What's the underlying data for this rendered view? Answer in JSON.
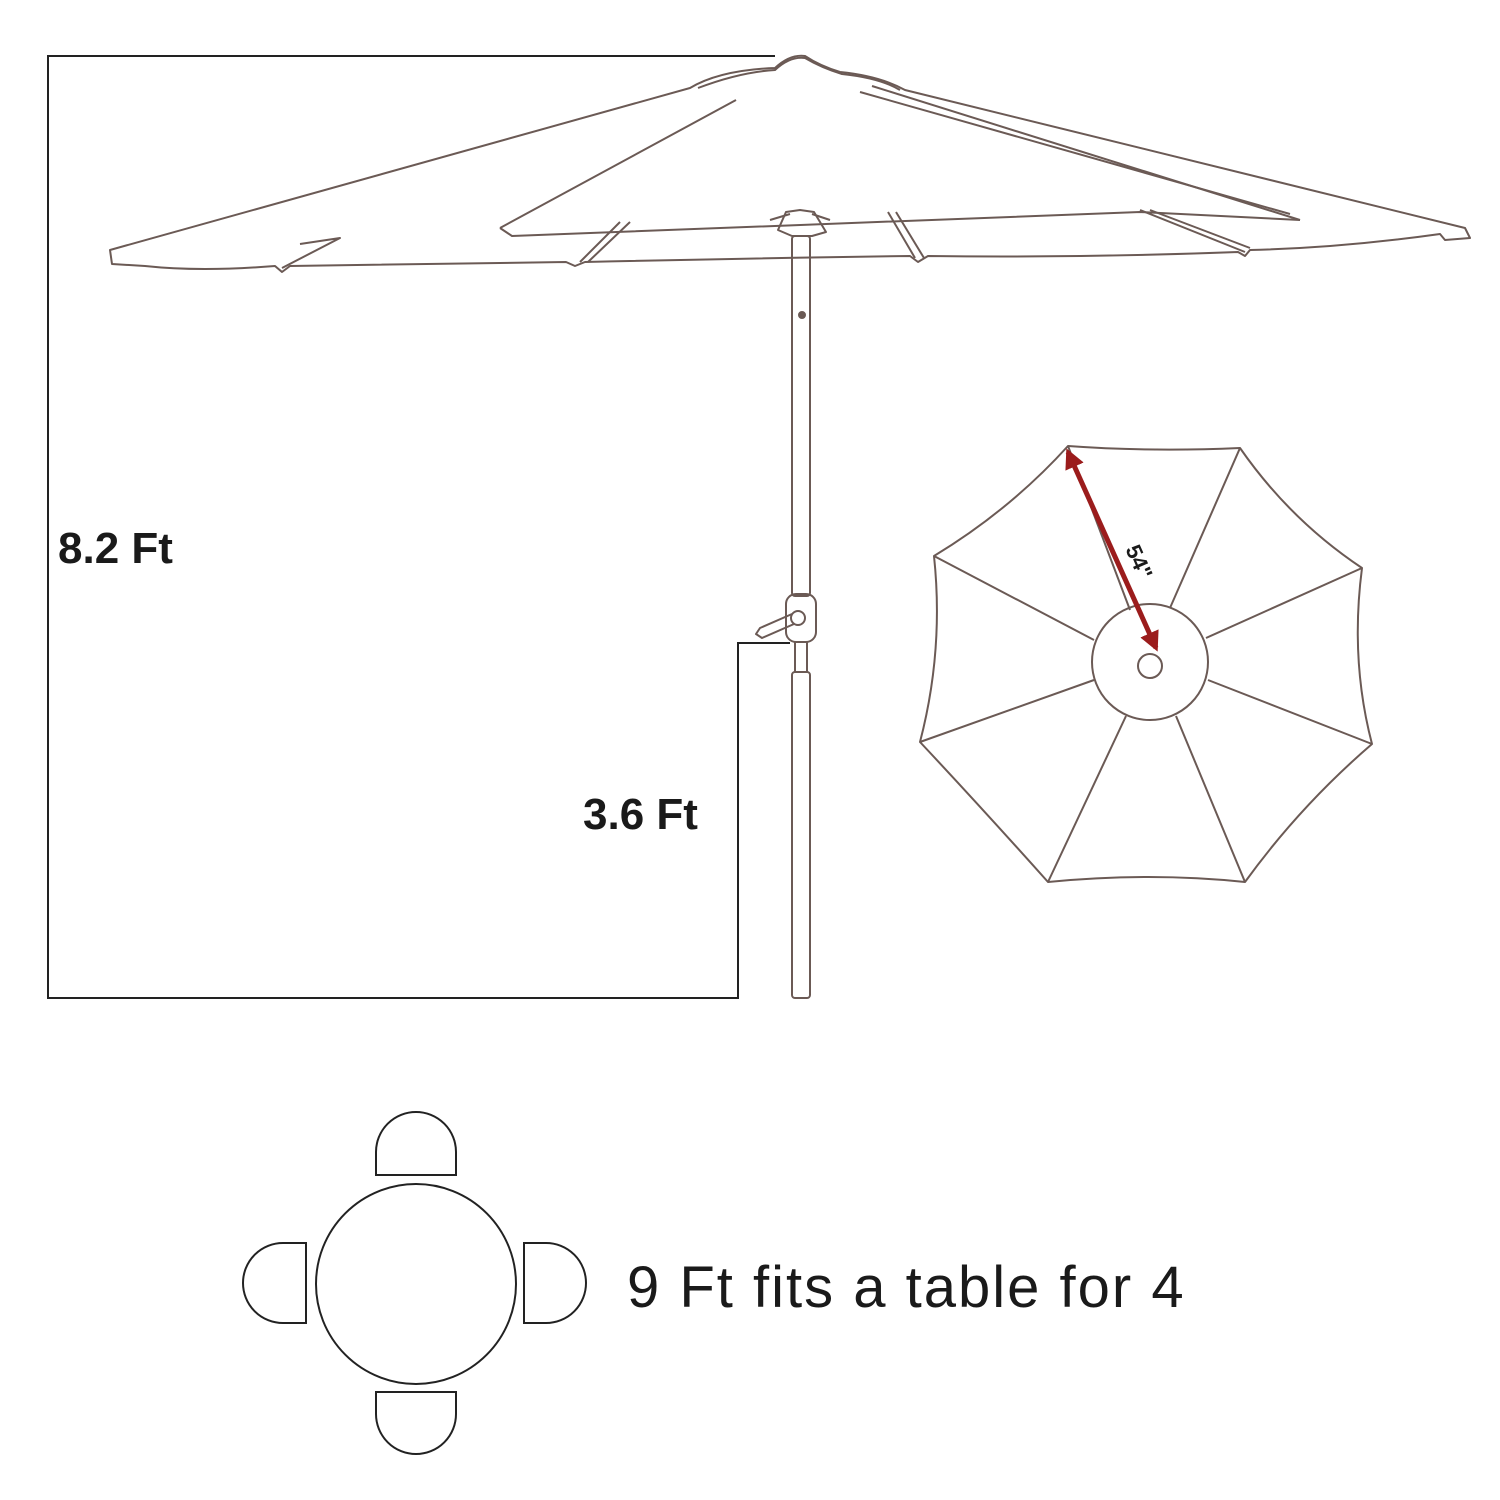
{
  "labels": {
    "total_height": "8.2 Ft",
    "handle_height": "3.6 Ft",
    "panel_width": "54\"",
    "caption": "9 Ft fits a table for 4"
  },
  "colors": {
    "line": "#222222",
    "canopy_line": "#6b5a55",
    "accent_arrow": "#9b1c1c",
    "background": "#ffffff"
  },
  "figures": {
    "side_view": "umbrella-side-view",
    "top_view": "umbrella-top-view",
    "seating": "table-for-four"
  }
}
